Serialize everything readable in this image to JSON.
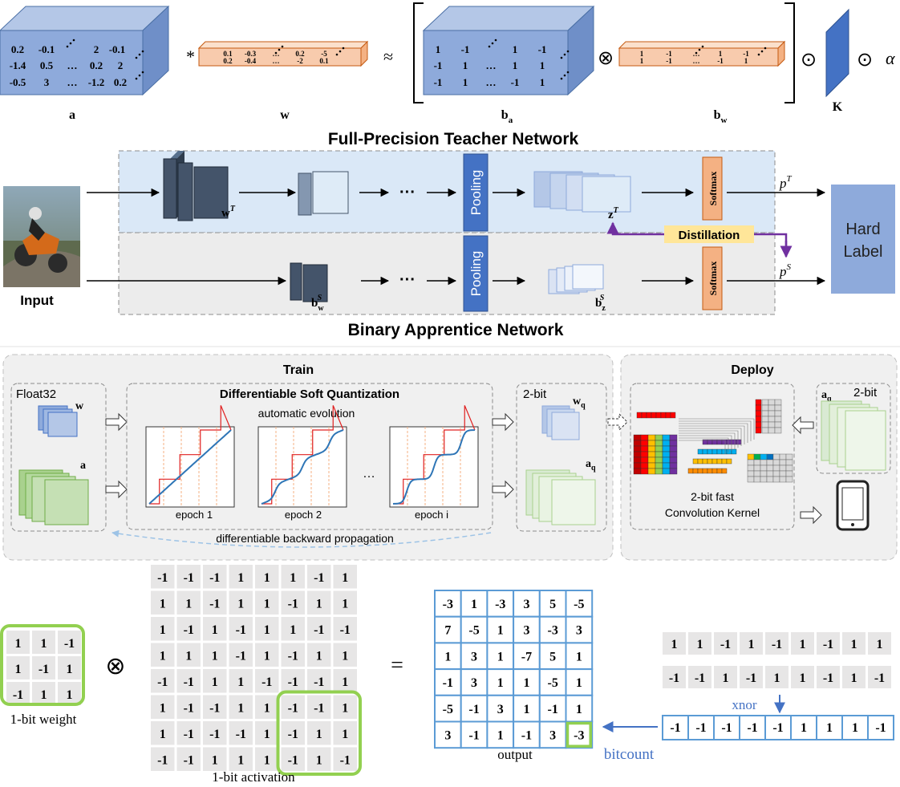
{
  "formula": {
    "a_matrix": [
      [
        "0.2",
        "-0.1",
        "2",
        "-0.1"
      ],
      [
        "-1.4",
        "0.5",
        "…",
        "0.2",
        "2"
      ],
      [
        "-0.5",
        "3",
        "…",
        "-1.2",
        "0.2"
      ]
    ],
    "w_vals": [
      [
        "0.1",
        "-0.3",
        "…",
        "0.2",
        "-5"
      ],
      [
        "0.2",
        "-0.4",
        "…",
        "-2",
        "0.1"
      ]
    ],
    "ba_matrix": [
      [
        "1",
        "-1",
        "1",
        "-1"
      ],
      [
        "-1",
        "1",
        "…",
        "1",
        "1"
      ],
      [
        "-1",
        "1",
        "…",
        "-1",
        "1"
      ]
    ],
    "bw_vals": [
      [
        "1",
        "-1",
        "…",
        "1",
        "-1"
      ],
      [
        "1",
        "-1",
        "…",
        "-1",
        "1"
      ]
    ],
    "ops": {
      "conv": "*",
      "approx": "≈",
      "otimes": "⊗",
      "odot1": "⊙",
      "odot2": "⊙",
      "alpha": "α"
    },
    "labels": {
      "a": "a",
      "w": "w",
      "ba": "b",
      "ba_sub": "a",
      "bw": "b",
      "bw_sub": "w",
      "K": "K"
    }
  },
  "kd": {
    "teacher_title": "Full-Precision Teacher Network",
    "student_title": "Binary Apprentice Network",
    "input_label": "Input",
    "pooling": "Pooling",
    "softmax": "Softmax",
    "dots": "···",
    "distillation": "Distillation",
    "hard_label_1": "Hard",
    "hard_label_2": "Label",
    "wT": "w",
    "wT_sup": "T",
    "zT": "z",
    "zT_sup": "T",
    "pT": "p",
    "pT_sup": "T",
    "pS": "p",
    "pS_sup": "S",
    "bw": "b",
    "bw_sub": "w",
    "bw_sup": "S",
    "bz": "b",
    "bz_sub": "z",
    "bz_sup": "S"
  },
  "dsq": {
    "train_title": "Train",
    "deploy_title": "Deploy",
    "float32": "Float32",
    "w": "w",
    "a": "a",
    "dsq_title": "Differentiable Soft Quantization",
    "auto_evo": "automatic evolution",
    "epochs": [
      "epoch 1",
      "epoch 2",
      "epoch i"
    ],
    "ellipsis": "…",
    "twobit_left": "2-bit",
    "wq": "w",
    "wq_sub": "q",
    "aq": "a",
    "aq_sub": "q",
    "backward": "differentiable backward propagation",
    "kernel_1": "2-bit fast",
    "kernel_2": "Convolution Kernel",
    "twobit_right": "2-bit"
  },
  "xnor": {
    "weight": [
      [
        "1",
        "1",
        "-1"
      ],
      [
        "1",
        "-1",
        "1"
      ],
      [
        "-1",
        "1",
        "1"
      ]
    ],
    "weight_label": "1-bit weight",
    "activation": [
      [
        "-1",
        "-1",
        "-1",
        "1",
        "1",
        "1",
        "-1",
        "1"
      ],
      [
        "1",
        "1",
        "-1",
        "1",
        "1",
        "-1",
        "1",
        "1"
      ],
      [
        "1",
        "-1",
        "1",
        "-1",
        "1",
        "1",
        "-1",
        "-1"
      ],
      [
        "1",
        "1",
        "1",
        "-1",
        "1",
        "-1",
        "1",
        "1"
      ],
      [
        "-1",
        "-1",
        "1",
        "1",
        "-1",
        "-1",
        "-1",
        "1"
      ],
      [
        "1",
        "-1",
        "-1",
        "1",
        "1",
        "-1",
        "-1",
        "1"
      ],
      [
        "1",
        "-1",
        "-1",
        "-1",
        "1",
        "-1",
        "1",
        "1"
      ],
      [
        "-1",
        "-1",
        "1",
        "1",
        "1",
        "-1",
        "1",
        "-1"
      ]
    ],
    "activation_label": "1-bit activation",
    "otimes": "⊗",
    "equals": "=",
    "output": [
      [
        "-3",
        "1",
        "-3",
        "3",
        "5",
        "-5"
      ],
      [
        "7",
        "-5",
        "1",
        "3",
        "-3",
        "3"
      ],
      [
        "1",
        "3",
        "1",
        "-7",
        "5",
        "1"
      ],
      [
        "-1",
        "3",
        "1",
        "1",
        "-5",
        "1"
      ],
      [
        "-5",
        "-1",
        "3",
        "1",
        "-1",
        "1"
      ],
      [
        "3",
        "-1",
        "1",
        "-1",
        "3",
        "-3"
      ]
    ],
    "output_label": "output",
    "row1": [
      "1",
      "1",
      "-1",
      "1",
      "-1",
      "1",
      "-1",
      "1",
      "1"
    ],
    "row2": [
      "-1",
      "-1",
      "1",
      "-1",
      "1",
      "1",
      "-1",
      "1",
      "-1"
    ],
    "row3": [
      "-1",
      "-1",
      "-1",
      "-1",
      "-1",
      "1",
      "1",
      "1",
      "-1"
    ],
    "xnor_label": "xnor",
    "bitcount_label": "bitcount"
  },
  "colors": {
    "blue_fill": "#8eaadb",
    "orange_fill": "#f8cbad",
    "green_fill": "#c5e0b4",
    "hl_green": "#92d050",
    "grid_blue": "#5b9bd5",
    "distill_bg": "#ffe699",
    "arrow_purple": "#7030a0",
    "label_blue": "#4472c4"
  }
}
